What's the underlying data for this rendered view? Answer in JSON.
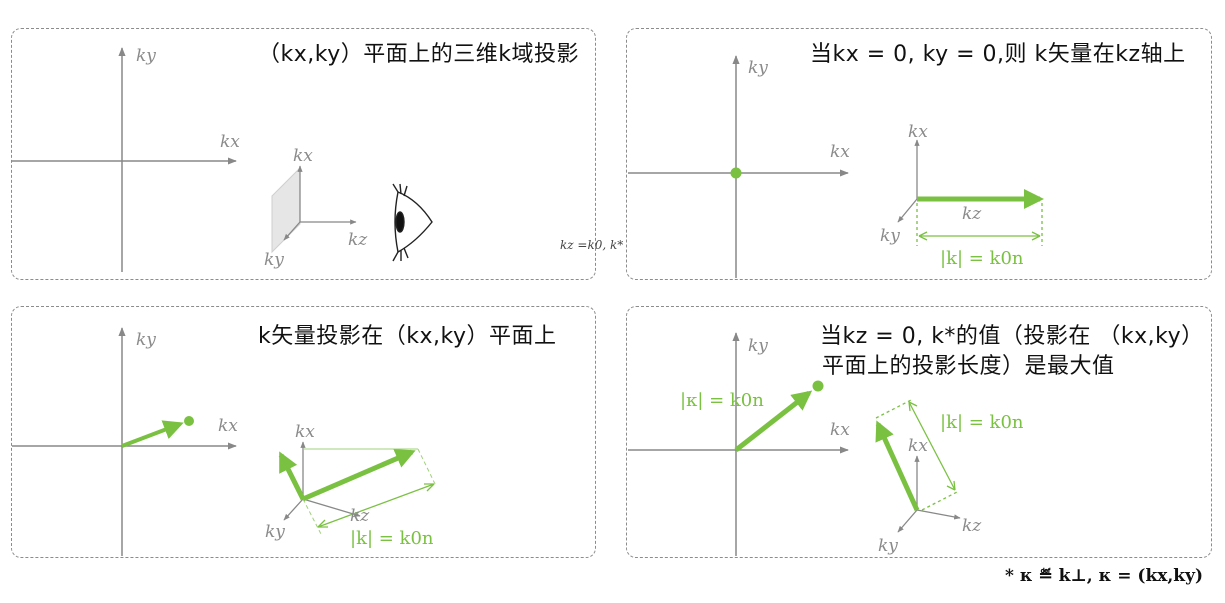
{
  "panels": [
    {
      "title": "（kx,ky）平面上的三维k域投影"
    },
    {
      "title": "当kx = 0, ky = 0,则 k矢量在kz轴上"
    },
    {
      "title": "k矢量投影在（kx,ky）平面上"
    },
    {
      "title_line1": "当kz = 0, k*的值（投影在 （kx,ky）",
      "title_line2": "平面上的投影长度）是最大值"
    }
  ],
  "axis_labels": {
    "kx": "kx",
    "ky": "ky",
    "kz": "kz"
  },
  "vector_labels": {
    "k_magnitude": "|k| = k0n",
    "kappa_magnitude": "|κ| = k0n"
  },
  "stray_text": "kz =k0, k*",
  "footnote": "* κ ≝ k⊥, κ = (kx,ky)",
  "colors": {
    "green": "#7ac142",
    "axis": "#888888",
    "panel_border": "#8c8c8c"
  }
}
